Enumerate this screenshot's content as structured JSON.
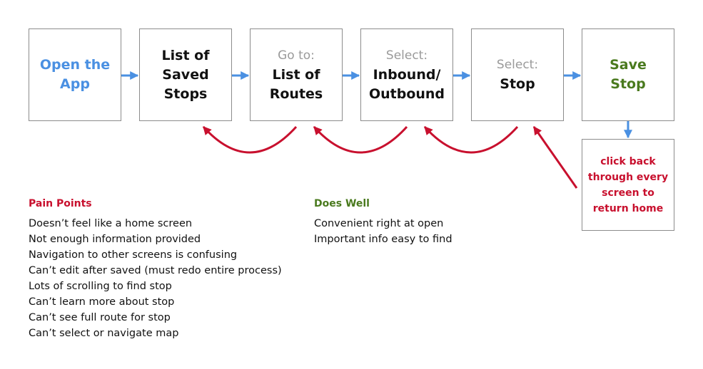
{
  "flow": {
    "step1": {
      "main": "Open the\nApp"
    },
    "step2": {
      "main": "List of\nSaved\nStops"
    },
    "step3": {
      "prefix": "Go to:",
      "main": "List of\nRoutes"
    },
    "step4": {
      "prefix": "Select:",
      "main": "Inbound/\nOutbound"
    },
    "step5": {
      "prefix": "Select:",
      "main": "Stop"
    },
    "step6": {
      "main": "Save\nStop"
    }
  },
  "note": {
    "text": "click back\nthrough every\nscreen to\nreturn home"
  },
  "pain_points": {
    "title": "Pain Points",
    "items": [
      "Doesn’t feel like a home screen",
      "Not enough information provided",
      "Navigation to other screens is confusing",
      "Can’t edit after saved (must redo entire process)",
      "Lots of scrolling to find stop",
      "Can’t learn more about stop",
      "Can’t see full route for stop",
      "Can’t select or navigate map"
    ]
  },
  "does_well": {
    "title": "Does Well",
    "items": [
      "Convenient right at open",
      "Important info easy to find"
    ]
  },
  "colors": {
    "forward_arrow": "#4a90e2",
    "back_arrow": "#c8102e",
    "highlight_blue": "#4a90e2",
    "highlight_green": "#4a7a1e",
    "pain_red": "#c8102e"
  }
}
